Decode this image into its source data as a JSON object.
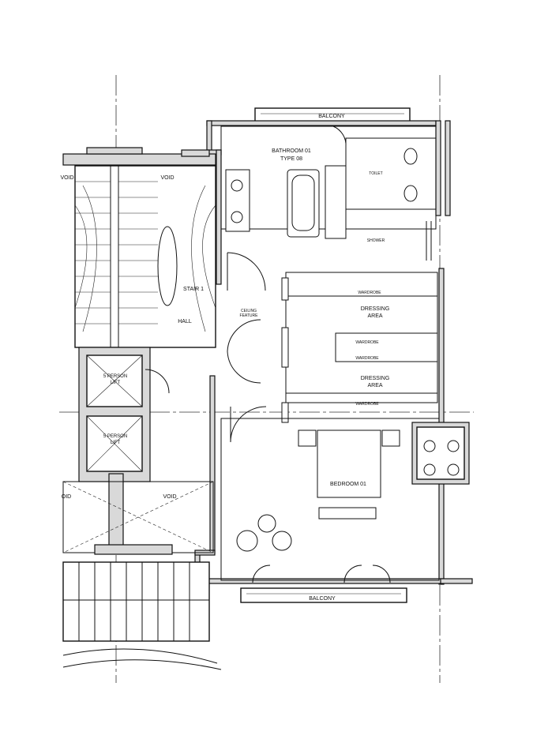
{
  "labels": {
    "balcony_top": "BALCONY",
    "bathroom_line1": "BATHROOM 01",
    "bathroom_line2": "TYPE 08",
    "toilet": "TOILET",
    "shower": "SHOWER",
    "void_left": "VOID",
    "void_right": "VOID",
    "stair": "STAIR 1",
    "hall": "HALL",
    "ceiling_line1": "CEILING",
    "ceiling_line2": "FEATURE",
    "wardrobe_1": "WARDROBE",
    "dressing1_line1": "DRESSING",
    "dressing1_line2": "AREA",
    "wardrobe_2": "WARDROBE",
    "wardrobe_3": "WARDROBE",
    "dressing2_line1": "DRESSING",
    "dressing2_line2": "AREA",
    "wardrobe_4": "WARDROBE",
    "lift1_line1": "5 PERSON",
    "lift1_line2": "LIFT",
    "lift2_line1": "5 PERSON",
    "lift2_line2": "LIFT",
    "bedroom": "BEDROOM 01",
    "void_bottom_left": "OID",
    "void_bottom_right": "VOID",
    "balcony_bottom": "BALCONY"
  },
  "colors": {
    "line": "#111111",
    "background": "#ffffff",
    "hatch": "#d9d9d9"
  }
}
